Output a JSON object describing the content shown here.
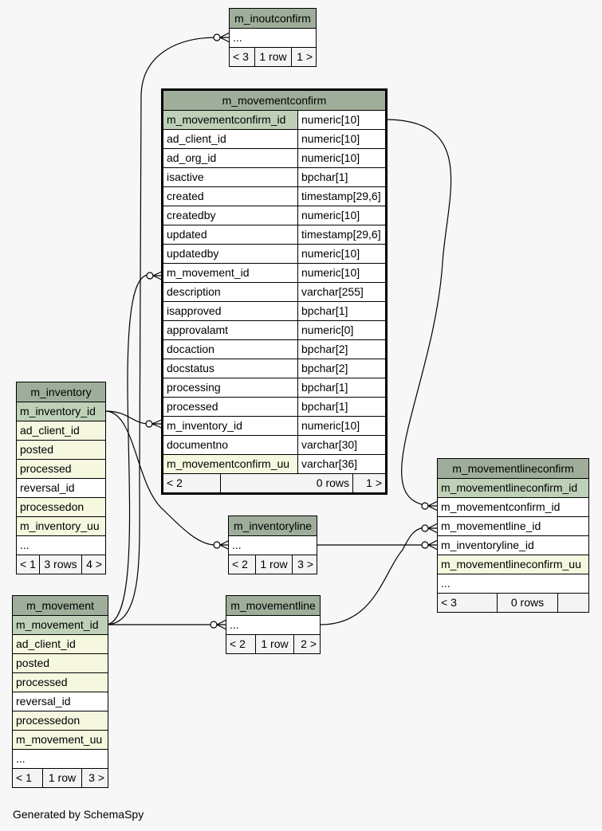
{
  "m_movementconfirm": {
    "title": "m_movementconfirm",
    "columns": [
      {
        "name": "m_movementconfirm_id",
        "type": "numeric[10]",
        "kind": "pk"
      },
      {
        "name": "ad_client_id",
        "type": "numeric[10]",
        "kind": "plain"
      },
      {
        "name": "ad_org_id",
        "type": "numeric[10]",
        "kind": "plain"
      },
      {
        "name": "isactive",
        "type": "bpchar[1]",
        "kind": "plain"
      },
      {
        "name": "created",
        "type": "timestamp[29,6]",
        "kind": "plain"
      },
      {
        "name": "createdby",
        "type": "numeric[10]",
        "kind": "plain"
      },
      {
        "name": "updated",
        "type": "timestamp[29,6]",
        "kind": "plain"
      },
      {
        "name": "updatedby",
        "type": "numeric[10]",
        "kind": "plain"
      },
      {
        "name": "m_movement_id",
        "type": "numeric[10]",
        "kind": "plain"
      },
      {
        "name": "description",
        "type": "varchar[255]",
        "kind": "plain"
      },
      {
        "name": "isapproved",
        "type": "bpchar[1]",
        "kind": "plain"
      },
      {
        "name": "approvalamt",
        "type": "numeric[0]",
        "kind": "plain"
      },
      {
        "name": "docaction",
        "type": "bpchar[2]",
        "kind": "plain"
      },
      {
        "name": "docstatus",
        "type": "bpchar[2]",
        "kind": "plain"
      },
      {
        "name": "processing",
        "type": "bpchar[1]",
        "kind": "plain"
      },
      {
        "name": "processed",
        "type": "bpchar[1]",
        "kind": "plain"
      },
      {
        "name": "m_inventory_id",
        "type": "numeric[10]",
        "kind": "plain"
      },
      {
        "name": "documentno",
        "type": "varchar[30]",
        "kind": "plain"
      },
      {
        "name": "m_movementconfirm_uu",
        "type": "varchar[36]",
        "kind": "idx"
      }
    ],
    "footer": {
      "left": "< 2",
      "mid": "0 rows",
      "right": "1 >"
    }
  },
  "m_inoutconfirm": {
    "title": "m_inoutconfirm",
    "rows": [
      {
        "name": "...",
        "kind": "plain"
      }
    ],
    "footer": {
      "left": "< 3",
      "mid": "1 row",
      "right": "1 >"
    }
  },
  "m_inventory": {
    "title": "m_inventory",
    "rows": [
      {
        "name": "m_inventory_id",
        "kind": "pk"
      },
      {
        "name": "ad_client_id",
        "kind": "idx"
      },
      {
        "name": "posted",
        "kind": "idx"
      },
      {
        "name": "processed",
        "kind": "idx"
      },
      {
        "name": "reversal_id",
        "kind": "plain"
      },
      {
        "name": "processedon",
        "kind": "idx"
      },
      {
        "name": "m_inventory_uu",
        "kind": "idx"
      },
      {
        "name": "...",
        "kind": "plain"
      }
    ],
    "footer": {
      "left": "< 1",
      "mid": "3 rows",
      "right": "4 >"
    }
  },
  "m_inventoryline": {
    "title": "m_inventoryline",
    "rows": [
      {
        "name": "...",
        "kind": "plain"
      }
    ],
    "footer": {
      "left": "< 2",
      "mid": "1 row",
      "right": "3 >"
    }
  },
  "m_movement": {
    "title": "m_movement",
    "rows": [
      {
        "name": "m_movement_id",
        "kind": "pk"
      },
      {
        "name": "ad_client_id",
        "kind": "idx"
      },
      {
        "name": "posted",
        "kind": "idx"
      },
      {
        "name": "processed",
        "kind": "idx"
      },
      {
        "name": "reversal_id",
        "kind": "plain"
      },
      {
        "name": "processedon",
        "kind": "idx"
      },
      {
        "name": "m_movement_uu",
        "kind": "idx"
      },
      {
        "name": "...",
        "kind": "plain"
      }
    ],
    "footer": {
      "left": "< 1",
      "mid": "1 row",
      "right": "3 >"
    }
  },
  "m_movementline": {
    "title": "m_movementline",
    "rows": [
      {
        "name": "...",
        "kind": "plain"
      }
    ],
    "footer": {
      "left": "< 2",
      "mid": "1 row",
      "right": "2 >"
    }
  },
  "m_movementlineconfirm": {
    "title": "m_movementlineconfirm",
    "rows": [
      {
        "name": "m_movementlineconfirm_id",
        "kind": "pk"
      },
      {
        "name": "m_movementconfirm_id",
        "kind": "plain"
      },
      {
        "name": "m_movementline_id",
        "kind": "plain"
      },
      {
        "name": "m_inventoryline_id",
        "kind": "plain"
      },
      {
        "name": "m_movementlineconfirm_uu",
        "kind": "idx"
      },
      {
        "name": "...",
        "kind": "plain"
      }
    ],
    "footer": {
      "left": "< 3",
      "mid": "0 rows",
      "right": ""
    }
  },
  "colors": {
    "header": "#9eae9a",
    "primary_key": "#bed1b8",
    "indexed": "#f5f7de",
    "plain": "#ffffff",
    "background": "#f7f7f7"
  },
  "footnote": "Generated by SchemaSpy"
}
